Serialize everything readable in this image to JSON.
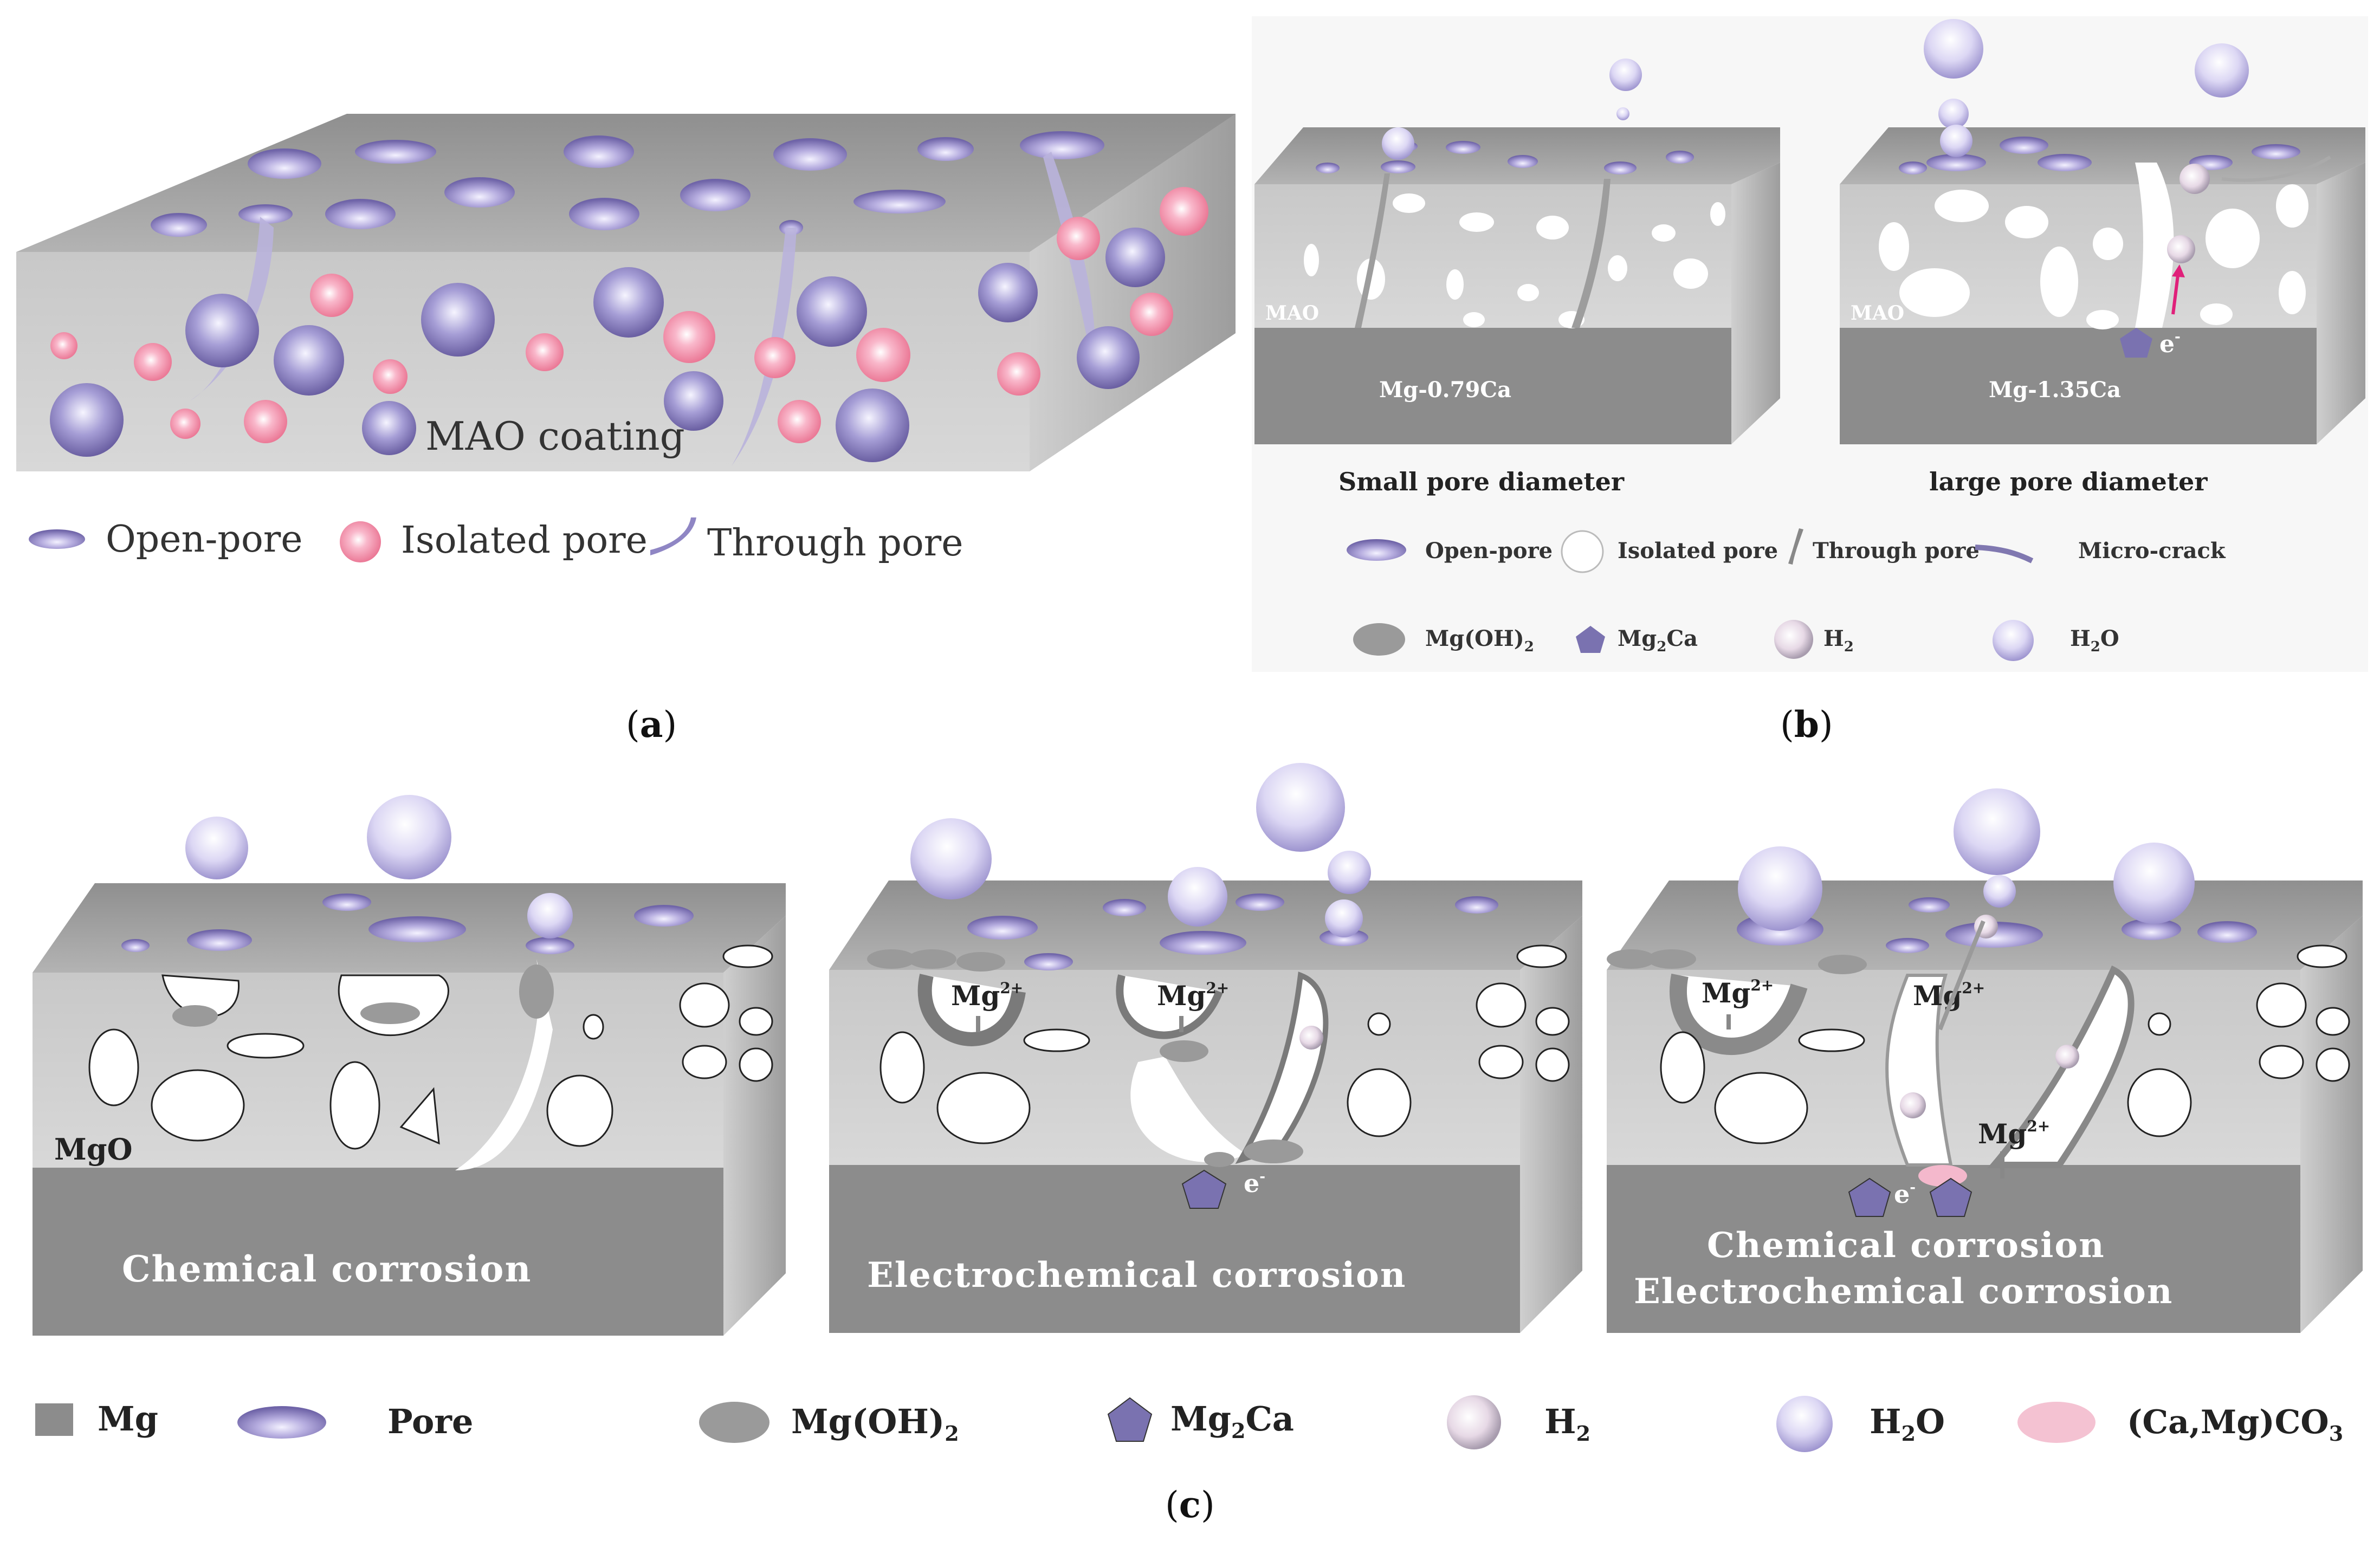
{
  "panel_a": {
    "coating_label": "MAO coating",
    "legend": {
      "open_pore": "Open-pore",
      "isolated_pore": "Isolated pore",
      "through_pore": "Through pore"
    },
    "caption_letter": "a"
  },
  "panel_b": {
    "left": {
      "layer": "MAO",
      "substrate": "Mg-0.79Ca",
      "caption": "Small pore diameter"
    },
    "right": {
      "layer": "MAO",
      "substrate": "Mg-1.35Ca",
      "caption": "large pore diameter",
      "electron": "e"
    },
    "legend": {
      "open_pore": "Open-pore",
      "isolated_pore": "Isolated pore",
      "through_pore": "Through pore",
      "micro_crack": "Micro-crack",
      "mgoh2": "Mg(OH)",
      "mgoh2_sub": "2",
      "mg2ca": "Mg",
      "mg2ca_sub": "2",
      "mg2ca_tail": "Ca",
      "h2": "H",
      "h2_sub": "2",
      "h2o": "H",
      "h2o_sub": "2",
      "h2o_tail": "O"
    },
    "caption_letter": "b"
  },
  "panel_c": {
    "left": {
      "layer": "MgO",
      "substrate": "Chemical corrosion"
    },
    "middle": {
      "substrate": "Electrochemical corrosion",
      "ion": "Mg",
      "ion_sup": "2+",
      "electron": "e"
    },
    "right": {
      "substrate_line1": "Chemical corrosion",
      "substrate_line2": "Electrochemical corrosion",
      "ion": "Mg",
      "ion_sup": "2+",
      "electron": "e"
    },
    "legend": {
      "mg": "Mg",
      "pore": "Pore",
      "mgoh2": "Mg(OH)",
      "mgoh2_sub": "2",
      "mg2ca": "Mg",
      "mg2ca_sub": "2",
      "mg2ca_tail": "Ca",
      "h2": "H",
      "h2_sub": "2",
      "h2o": "H",
      "h2o_sub": "2",
      "h2o_tail": "O",
      "camgco3": "(Ca,Mg)CO",
      "camgco3_sub": "3"
    },
    "caption_letter": "c"
  },
  "colors": {
    "top_face": "#9a9a9a",
    "front_face": "#cfcfcf",
    "side_face": "#b0b0b0",
    "substrate_front": "#8c8c8c",
    "substrate_side": "#a8a8a8",
    "pore_purple": "#8a7fbf",
    "pink": "#f08aa8",
    "mgoh2_gray": "#9a9a9a",
    "mg2ca": "#7a72b0"
  }
}
